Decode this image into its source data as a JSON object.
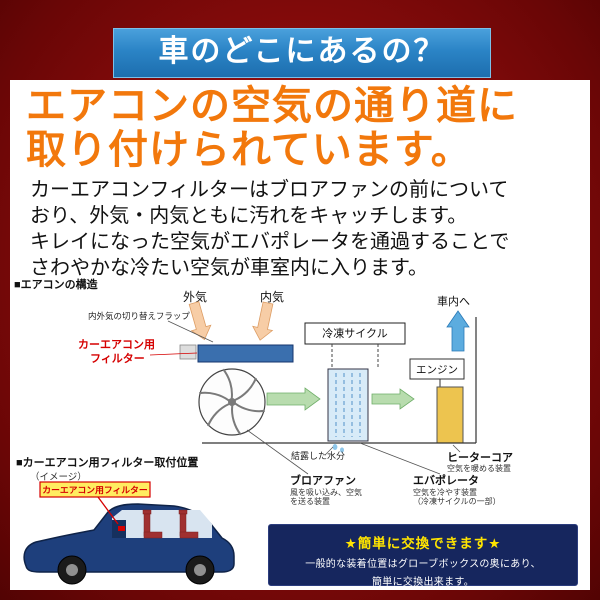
{
  "header": {
    "title": "車のどこにあるの？"
  },
  "intro": {
    "heading_line1": "エアコンの空気の通り道に",
    "heading_line2": "取り付けられています。",
    "body_line1": "カーエアコンフィルターはブロアファンの前について",
    "body_line2": "おり、外気・内気ともに汚れをキャッチします。",
    "body_line3": "キレイになった空気がエバポレータを通過することで",
    "body_line4": "さわやかな冷たい空気が車室内に入ります。"
  },
  "structure": {
    "title": "■エアコンの構造",
    "outside_air": "外気",
    "inside_air": "内気",
    "flap": "内外気の切り替えフラップ",
    "filter_line1": "カーエアコン用",
    "filter_line2": "フィルター",
    "cycle": "冷凍サイクル",
    "engine": "エンジン",
    "to_cabin": "車内へ",
    "condensation": "結露した水分",
    "blower": {
      "label": "ブロアファン",
      "desc1": "風を吸い込み、空気",
      "desc2": "を送る装置"
    },
    "evaporator": {
      "label": "エバポレータ",
      "desc1": "空気を冷やす装置",
      "desc2": "（冷凍サイクルの一部）"
    },
    "heater": {
      "label": "ヒーターコア",
      "desc": "空気を暖める装置"
    }
  },
  "position": {
    "title": "■カーエアコン用フィルター取付位置",
    "subtitle": "（イメージ）",
    "tag": "カーエアコン用フィルター"
  },
  "note": {
    "title": "★簡単に交換できます★",
    "line1": "一般的な装着位置はグローブボックスの奥にあり、",
    "line2": "簡単に交換出来ます。"
  },
  "colors": {
    "frame_red": "#8a0c0c",
    "header_blue": "#2b84c6",
    "heading_orange": "#f2780c",
    "filter_blue": "#3a6fae",
    "note_navy": "#16265e",
    "note_yellow": "#ffe400",
    "tag_yellow": "#ffec60",
    "tag_red": "#d50000"
  }
}
